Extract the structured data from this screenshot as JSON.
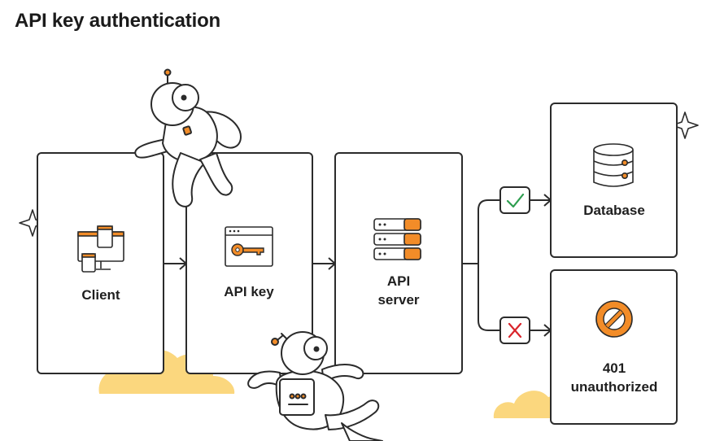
{
  "title": "API key authentication",
  "nodes": {
    "client": {
      "label": "Client",
      "icon": "devices-icon"
    },
    "api_key": {
      "label": "API key",
      "icon": "key-window-icon"
    },
    "api_server": {
      "label_line1": "API",
      "label_line2": "server",
      "icon": "server-stack-icon"
    },
    "database": {
      "label": "Database",
      "icon": "database-icon"
    },
    "unauthorized": {
      "label_line1": "401",
      "label_line2": "unauthorized",
      "icon": "prohibited-icon"
    }
  },
  "branches": {
    "success": {
      "icon": "checkmark-icon"
    },
    "failure": {
      "icon": "x-mark-icon"
    }
  },
  "colors": {
    "accent_orange": "#f28c28",
    "cloud_yellow": "#fbd77e",
    "success_green": "#2e9e4f",
    "failure_red": "#d9242b",
    "outline": "#2b2b2b"
  }
}
